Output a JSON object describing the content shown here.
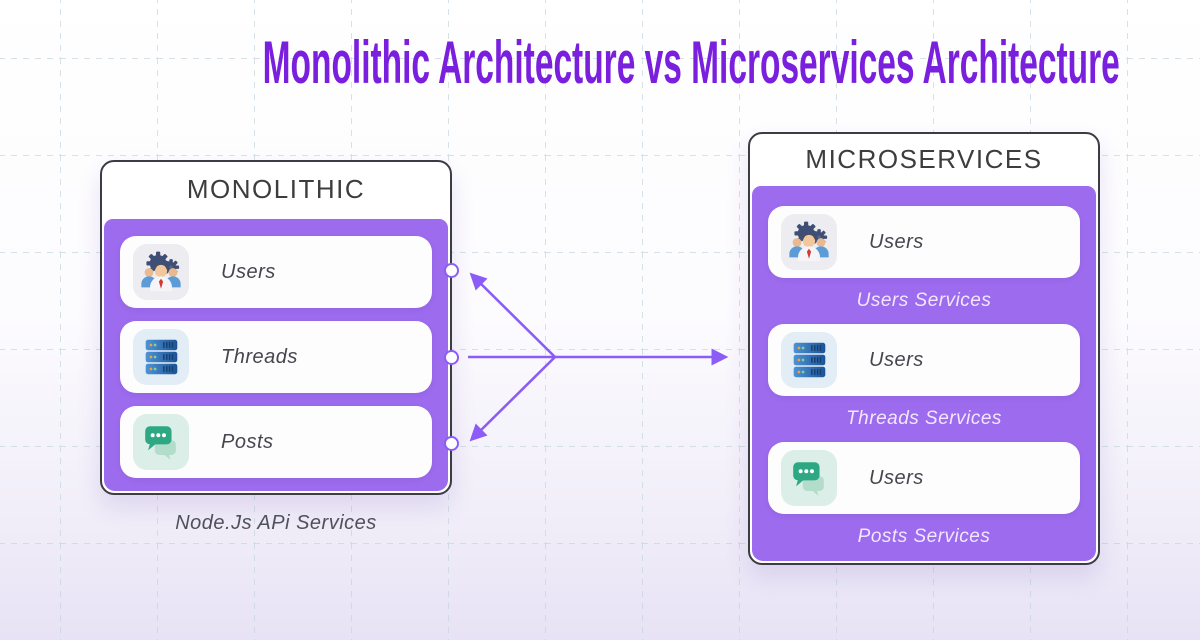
{
  "title": "Monolithic Architecture vs Microservices Architecture",
  "monolithic": {
    "header": "MONOLITHIC",
    "caption": "Node.Js APi Services",
    "items": [
      {
        "label": "Users",
        "icon": "team-icon"
      },
      {
        "label": "Threads",
        "icon": "servers-icon"
      },
      {
        "label": "Posts",
        "icon": "chat-icon"
      }
    ]
  },
  "microservices": {
    "header": "MICROSERVICES",
    "items": [
      {
        "label": "Users",
        "icon": "team-icon",
        "caption": "Users Services"
      },
      {
        "label": "Users",
        "icon": "servers-icon",
        "caption": "Threads Services"
      },
      {
        "label": "Users",
        "icon": "chat-icon",
        "caption": "Posts Services"
      }
    ]
  },
  "colors": {
    "title": "#7a1fdd",
    "panel": "#9d6bee",
    "arrow": "#8b5cf6",
    "box_border": "#3c3c44",
    "header_text": "#3d3d3d"
  }
}
